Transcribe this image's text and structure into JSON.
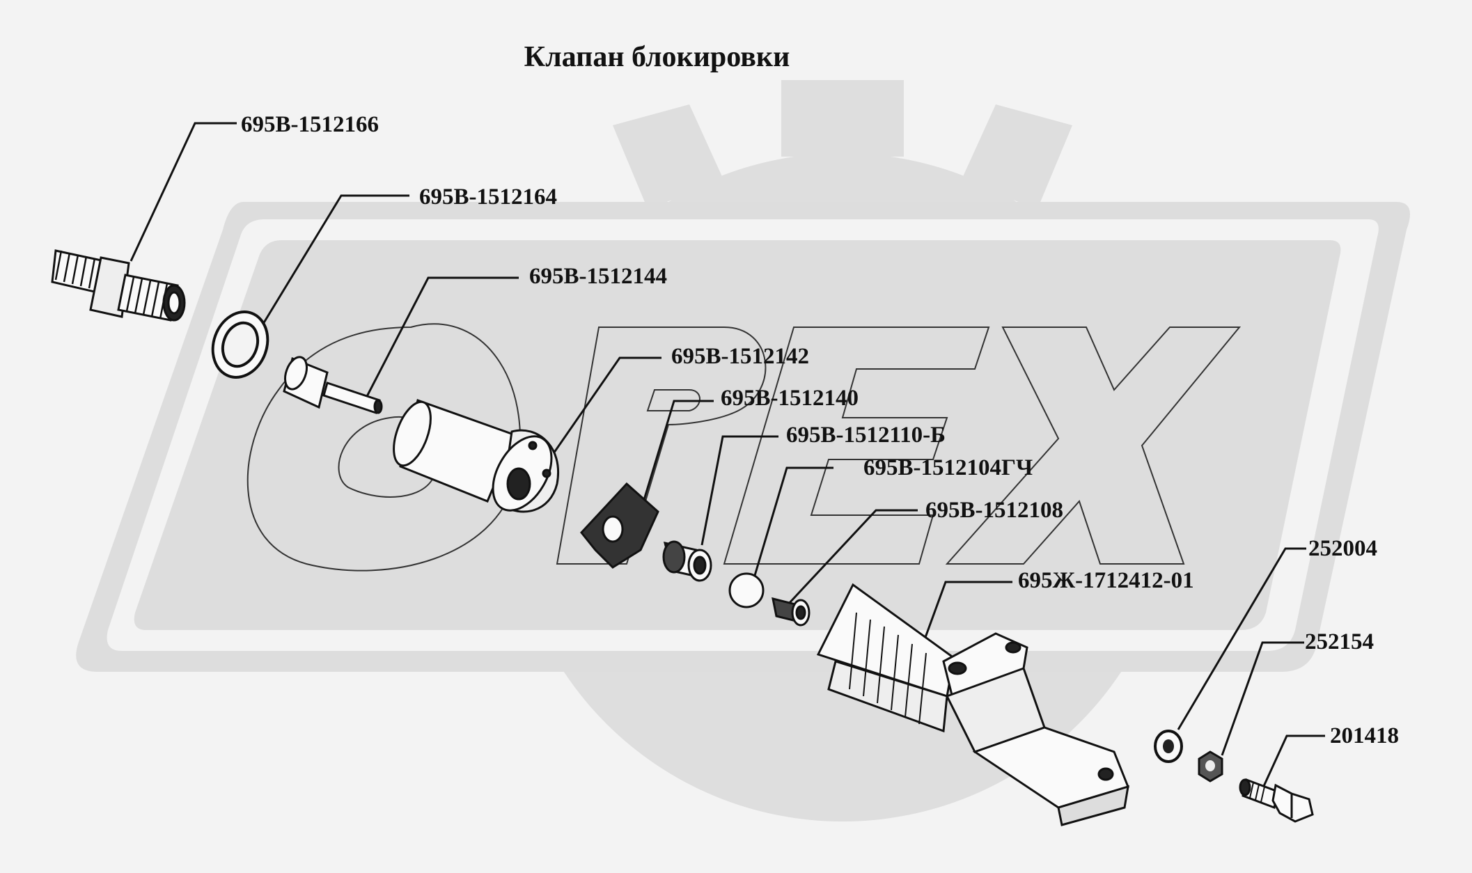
{
  "title": "Клапан блокировки",
  "watermark": {
    "text": "OPEX"
  },
  "parts": [
    {
      "id": "p1",
      "label": "695В-1512166"
    },
    {
      "id": "p2",
      "label": "695В-1512164"
    },
    {
      "id": "p3",
      "label": "695В-1512144"
    },
    {
      "id": "p4",
      "label": "695В-1512142"
    },
    {
      "id": "p5",
      "label": "695В-1512140"
    },
    {
      "id": "p6",
      "label": "695В-1512110-Б"
    },
    {
      "id": "p7",
      "label": "695В-1512104ГЧ"
    },
    {
      "id": "p8",
      "label": "695В-1512108"
    },
    {
      "id": "p9",
      "label": "695Ж-1712412-01"
    },
    {
      "id": "p10",
      "label": "252004"
    },
    {
      "id": "p11",
      "label": "252154"
    },
    {
      "id": "p12",
      "label": "201418"
    }
  ],
  "colors": {
    "background": "#f3f3f3",
    "watermark": "#dcdcdc",
    "ink": "#111111"
  }
}
